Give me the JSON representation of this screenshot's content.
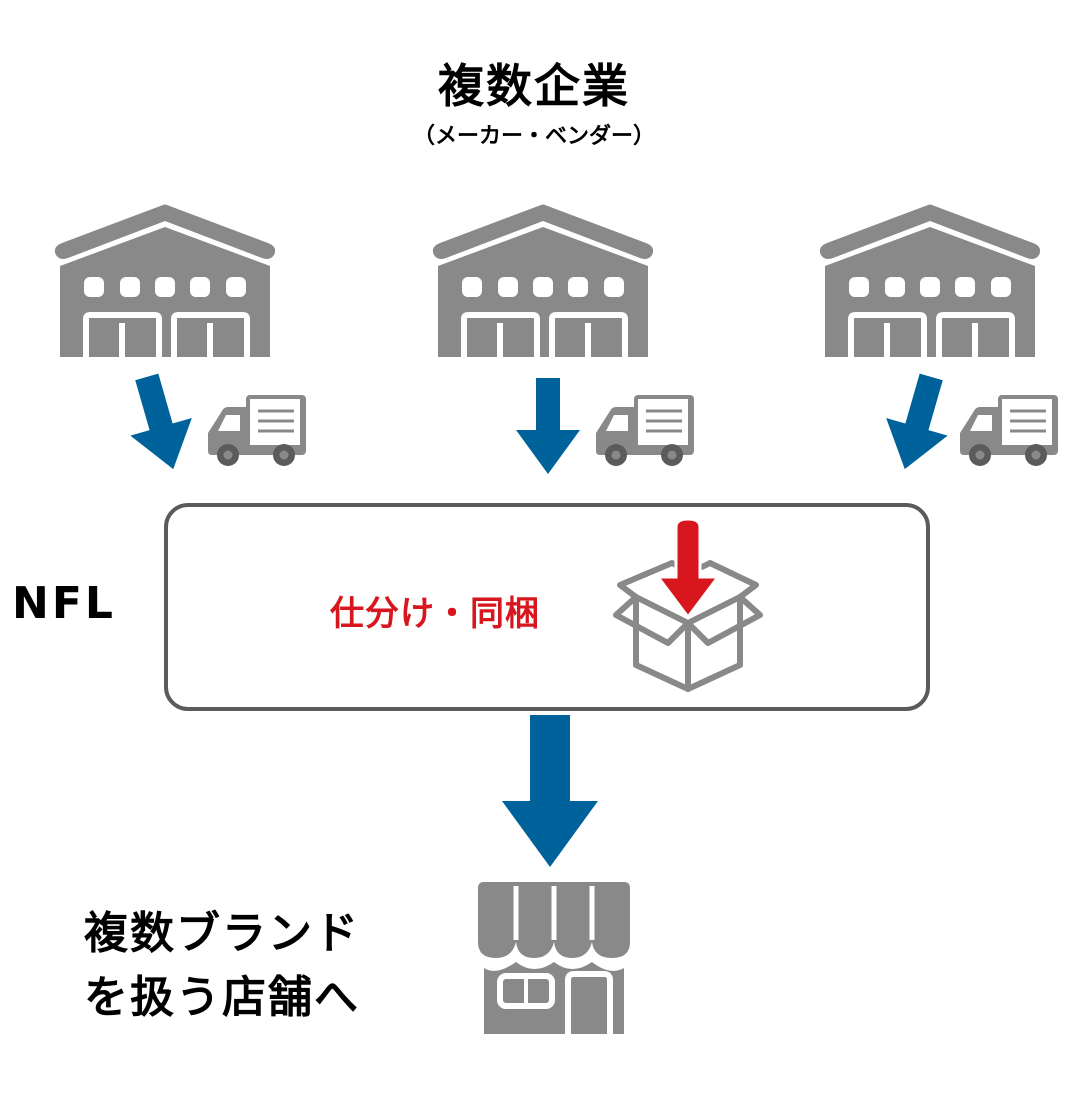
{
  "header": {
    "title": "複数企業",
    "subtitle": "（メーカー・ベンダー）"
  },
  "sources": [
    {
      "icon": "warehouse-icon",
      "arrow": "arrow-down-right-icon",
      "vehicle": "truck-icon"
    },
    {
      "icon": "warehouse-icon",
      "arrow": "arrow-down-icon",
      "vehicle": "truck-icon"
    },
    {
      "icon": "warehouse-icon",
      "arrow": "arrow-down-left-icon",
      "vehicle": "truck-icon"
    }
  ],
  "hub": {
    "label": "NFL",
    "process_label": "仕分け・同梱",
    "icon": "box-with-arrow-icon"
  },
  "destination": {
    "line1": "複数ブランド",
    "line2": "を扱う店舗へ",
    "icon": "store-icon"
  },
  "colors": {
    "arrow_blue": "#00629a",
    "icon_gray": "#898989",
    "accent_red": "#d7161e",
    "box_border": "#5c5a5a",
    "text": "#000000"
  }
}
